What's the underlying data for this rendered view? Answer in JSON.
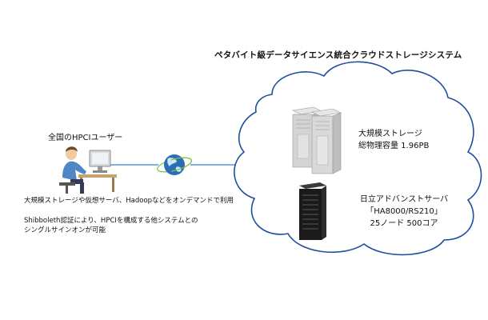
{
  "title": "ペタバイト級データサイエンス統合クラウドストレージシステム",
  "user": {
    "label": "全国のHPCIユーザー",
    "desc_line1": "大規模ストレージや仮想サーバ、Hadoopなどをオンデマンドで利用",
    "desc_line2": "Shibboleth認証により、HPCIを構成する他システムとの",
    "desc_line3": "シングルサインオンが可能"
  },
  "storage": {
    "line1": "大規模ストレージ",
    "line2": "総物理容量  1.96PB"
  },
  "server": {
    "line1": "日立アドバンストサーバ",
    "line2": "「HA8000/RS210」",
    "line3": "25ノード 500コア"
  },
  "icons": [
    "person-at-computer-icon",
    "globe-icon",
    "storage-rack-icon",
    "server-rack-icon",
    "cloud-shape"
  ],
  "colors": {
    "link_line": "#3a7bd5",
    "cloud_stroke": "#1f4f9e",
    "globe": "#2a6fb3"
  }
}
